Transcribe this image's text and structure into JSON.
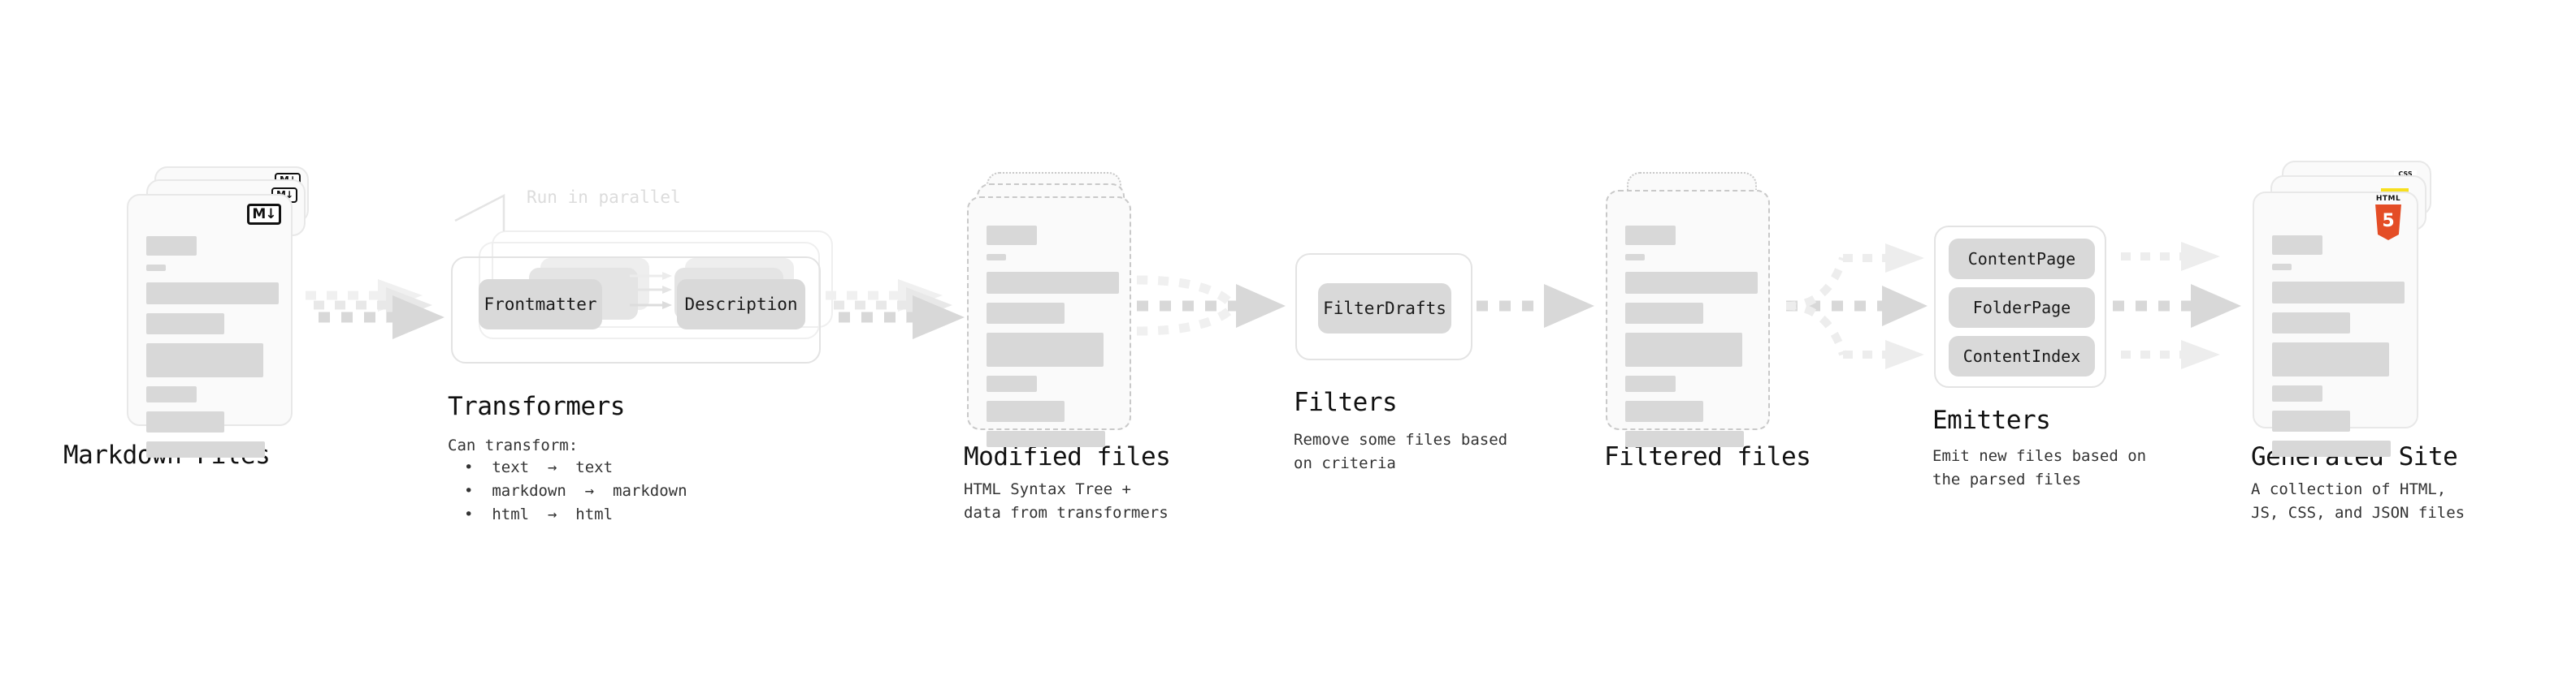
{
  "diagram": {
    "title_hidden": "",
    "accent_colors": {
      "bar": "#d8d8d8",
      "card_border": "#e8e8e8",
      "dashed_border": "#c9c9c9",
      "pill": "#d9d9d9",
      "arrow": "#d8d8d8",
      "arrow_faint": "#ededed",
      "annotation": "#dcdcdc",
      "html5": "#e44d26",
      "js": "#f7df1e",
      "css": "#2965f1"
    }
  },
  "stages": [
    {
      "id": "markdown-files",
      "heading": "Markdown Files",
      "subtext": "",
      "badge": "markdown-badge",
      "badge_label": "M↓",
      "card_style": "solid",
      "stacked": 3
    },
    {
      "id": "transformers",
      "heading": "Transformers",
      "subtext": "Can transform:",
      "annotation": "Run in parallel",
      "items": [
        "Frontmatter",
        "Description"
      ],
      "list": [
        "text  →  text",
        "markdown  →  markdown",
        "html  →  html"
      ]
    },
    {
      "id": "modified-files",
      "heading": "Modified files",
      "subtext": "HTML Syntax Tree +\ndata from transformers",
      "card_style": "dashed",
      "stacked": 2
    },
    {
      "id": "filters",
      "heading": "Filters",
      "subtext": "Remove some files based\non criteria",
      "items": [
        "FilterDrafts"
      ]
    },
    {
      "id": "filtered-files",
      "heading": "Filtered files",
      "subtext": "",
      "card_style": "dashed",
      "stacked": 2
    },
    {
      "id": "emitters",
      "heading": "Emitters",
      "subtext": "Emit new files based on\nthe parsed files",
      "items": [
        "ContentPage",
        "FolderPage",
        "ContentIndex"
      ]
    },
    {
      "id": "generated-site",
      "heading": "Generated Site",
      "subtext": "A collection of HTML,\nJS, CSS, and JSON files",
      "badge": "html5-badge",
      "badge_label": "HTML",
      "badge_secondary": "js-badge",
      "badge_tertiary": "css-badge",
      "badge_tertiary_label": "CSS",
      "card_style": "solid",
      "stacked": 3
    }
  ],
  "connectors": [
    {
      "from": "markdown-files",
      "to": "transformers",
      "kind": "parallel-3-merge"
    },
    {
      "from": "transformers",
      "to": "modified-files",
      "kind": "parallel-3-merge"
    },
    {
      "from": "modified-files",
      "to": "filters",
      "kind": "merge-3-to-1"
    },
    {
      "from": "filters",
      "to": "filtered-files",
      "kind": "single"
    },
    {
      "from": "filtered-files",
      "to": "emitters",
      "kind": "split-1-to-3"
    },
    {
      "from": "emitters",
      "to": "generated-site",
      "kind": "parallel-3"
    }
  ]
}
